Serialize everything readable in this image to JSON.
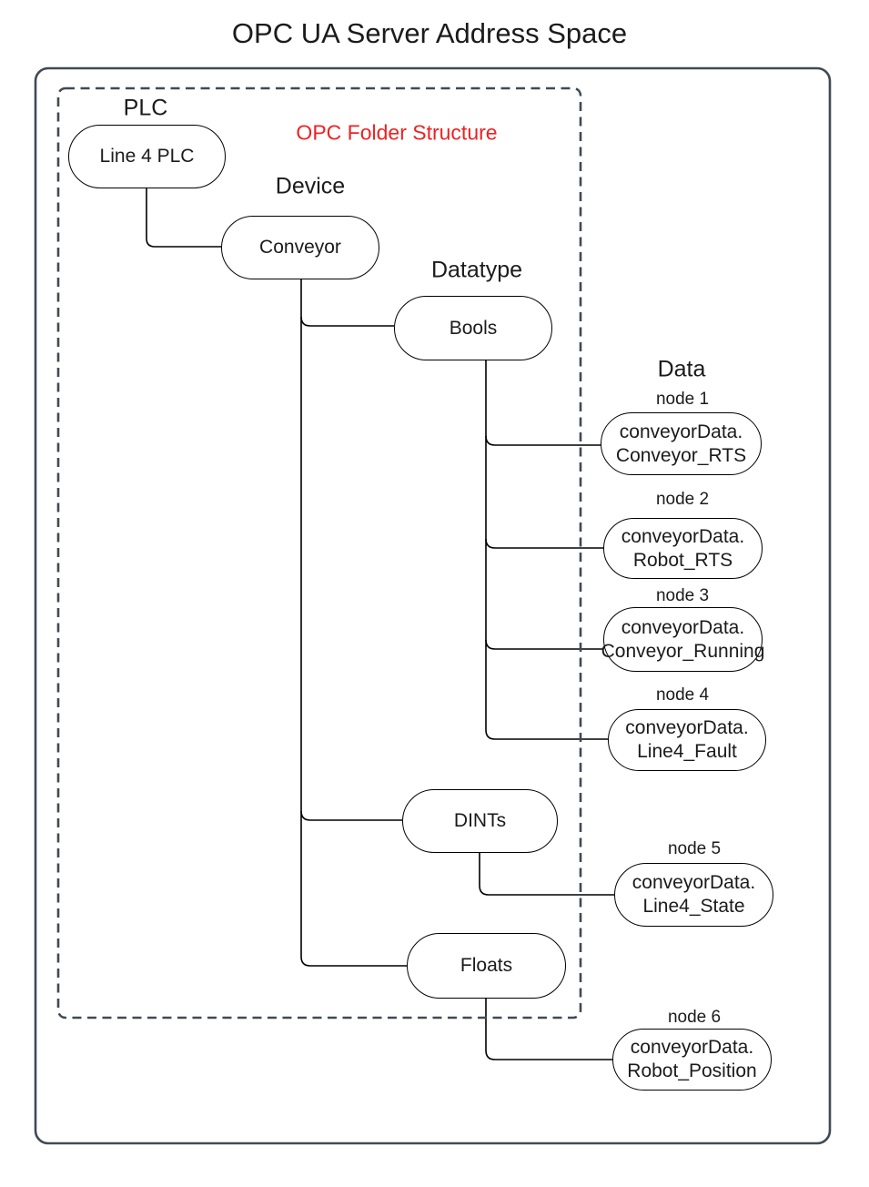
{
  "title": "OPC UA Server Address Space",
  "annotations": {
    "folder_structure": "OPC Folder Structure"
  },
  "levels": {
    "plc": "PLC",
    "device": "Device",
    "datatype": "Datatype",
    "data": "Data"
  },
  "tree": {
    "plc_node": "Line 4 PLC",
    "device_node": "Conveyor",
    "datatype_nodes": {
      "bools": "Bools",
      "dints": "DINTs",
      "floats": "Floats"
    }
  },
  "data_nodes": [
    {
      "label": "node 1",
      "line1": "conveyorData.",
      "line2": "Conveyor_RTS"
    },
    {
      "label": "node 2",
      "line1": "conveyorData.",
      "line2": "Robot_RTS"
    },
    {
      "label": "node 3",
      "line1": "conveyorData.",
      "line2": "Conveyor_Running"
    },
    {
      "label": "node 4",
      "line1": "conveyorData.",
      "line2": "Line4_Fault"
    },
    {
      "label": "node 5",
      "line1": "conveyorData.",
      "line2": "Line4_State"
    },
    {
      "label": "node 6",
      "line1": "conveyorData.",
      "line2": "Robot_Position"
    }
  ],
  "colors": {
    "accent_red": "#ee2222",
    "frame_border": "#404a55",
    "node_stroke": "#000000"
  }
}
